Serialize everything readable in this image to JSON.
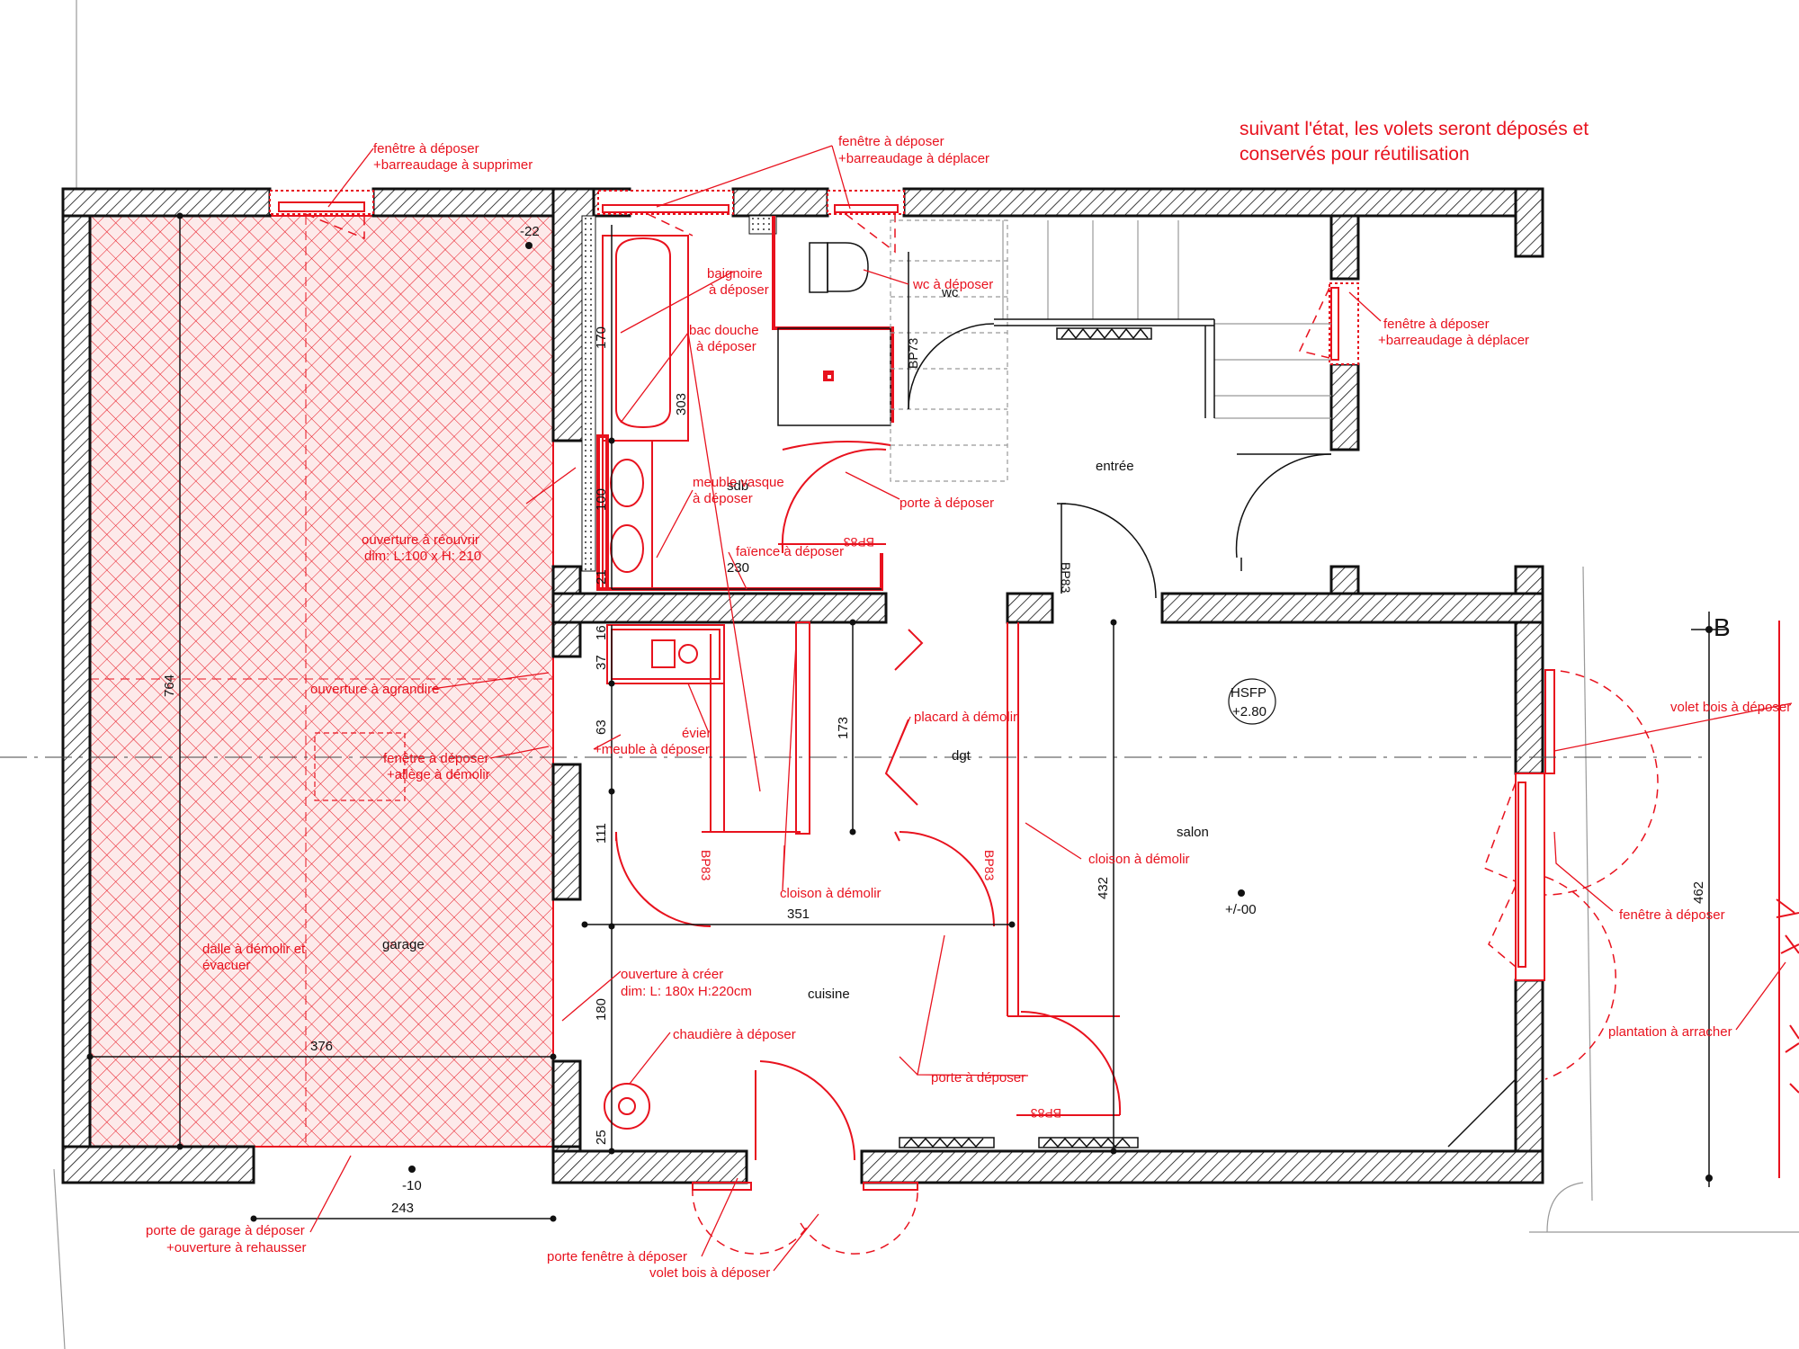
{
  "notes": {
    "general_line1": "suivant l'état, les volets seront déposés et",
    "general_line2": "conservés pour réutilisation"
  },
  "rooms": {
    "garage": "garage",
    "wc": "wc",
    "sdb": "sdb",
    "entree": "entrée",
    "dgt": "dgt",
    "salon": "salon",
    "cuisine": "cuisine"
  },
  "levels": {
    "garage_top": "-22",
    "garage_bottom": "-10",
    "hsfp_label": "HSFP",
    "hsfp_value": "+2.80",
    "salon": "+/-00"
  },
  "section_marker": "B",
  "dimensions": {
    "d764": "764",
    "d376": "376",
    "d243": "243",
    "d170": "170",
    "d303": "303",
    "d100": "100",
    "d21": "21",
    "d230": "230",
    "d16": "16",
    "d37": "37",
    "d63": "63",
    "d173": "173",
    "d111": "111",
    "d351": "351",
    "d180": "180",
    "d25": "25",
    "d432": "432",
    "d462": "462"
  },
  "tags": {
    "bp73": "BP73",
    "bp83": "BP83"
  },
  "annotations": {
    "fenetre_garage_1": "fenêtre à déposer",
    "fenetre_garage_2": "+barreaudage à supprimer",
    "fenetre_sdb_1": "fenêtre à déposer",
    "fenetre_sdb_2": "+barreaudage à déplacer",
    "wc_deposer": "wc à déposer",
    "baignoire_1": "baignoire",
    "baignoire_2": "à déposer",
    "bac_douche_1": "bac douche",
    "bac_douche_2": "à déposer",
    "fenetre_entree_1": "fenêtre à déposer",
    "fenetre_entree_2": "+barreaudage  à déplacer",
    "meuble_vasque_1": "meuble vasque",
    "meuble_vasque_2": "à déposer",
    "porte_sdb": "porte à déposer",
    "ouverture_reouvrir_1": "ouverture à réouvrir",
    "ouverture_reouvrir_2": "dim: L:100 x H: 210",
    "faience": "faïence à déposer",
    "ouverture_agrandir": "ouverture à agrandire",
    "volet_salon": "volet bois à déposer",
    "placard": "placard à démolir",
    "evier_1": "évier",
    "evier_2": "+meuble à déposer",
    "fenetre_garage2_1": "fenêtre à déposer",
    "fenetre_garage2_2": "+allège à démolir",
    "cloison_salon": "cloison à démolir",
    "cloison_dgt": "cloison à démolir",
    "fenetre_salon": "fenêtre à déposer",
    "dalle_1": "dalle à démolir et",
    "dalle_2": "évacuer",
    "ouverture_creer_1": "ouverture à créer",
    "ouverture_creer_2": "dim: L: 180x H:220cm",
    "plantation": "plantation à arracher",
    "chaudiere": "chaudière à déposer",
    "porte_cuisine": "porte à déposer",
    "porte_garage_1": "porte de garage à déposer",
    "porte_garage_2": "+ouverture à rehausser",
    "porte_fenetre": "porte fenêtre à déposer",
    "volet_cuisine": "volet bois à déposer"
  },
  "colors": {
    "demolition": "#e8121e",
    "existing": "#111111"
  }
}
